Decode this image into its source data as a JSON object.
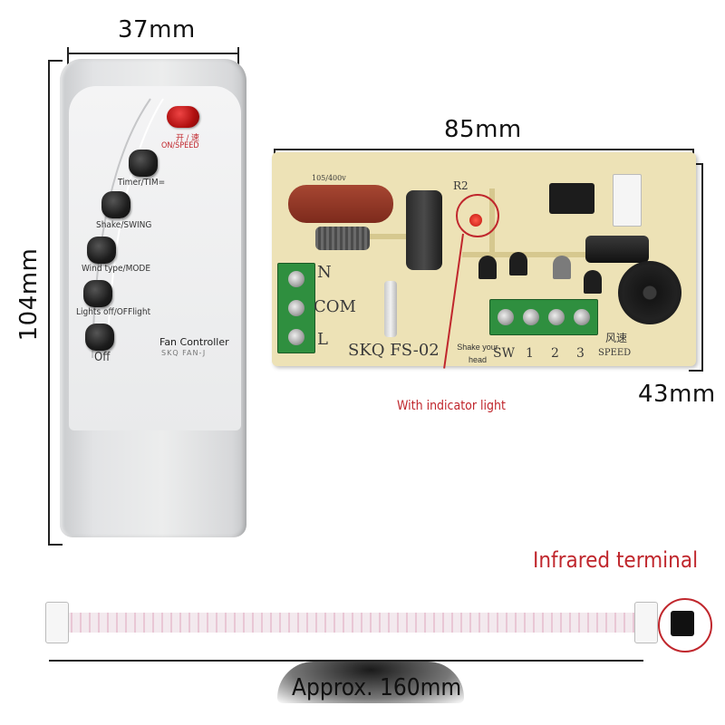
{
  "dimensions": {
    "remote_width": "37mm",
    "remote_height": "104mm",
    "board_width": "85mm",
    "board_height": "43mm",
    "cable_length": "Approx. 160mm"
  },
  "remote": {
    "power_label": "开 / 速",
    "power_sublabel": "ON/SPEED",
    "buttons": [
      {
        "label": "Timer/TIM="
      },
      {
        "label": "Shake/SWING"
      },
      {
        "label": "Wind type/MODE"
      },
      {
        "label": "Lights off/OFFlight"
      },
      {
        "label": "Off"
      }
    ],
    "brand": "Fan Controller",
    "model": "SKQ FAN-J"
  },
  "board": {
    "model": "SKQ FS-02",
    "capacitor_label": "105/400v",
    "terminal_labels": [
      "N",
      "COM",
      "L"
    ],
    "speed_terminal_labels": [
      "SW",
      "1",
      "2",
      "3"
    ],
    "speed_cn": "风速",
    "speed_en": "SPEED",
    "shake_caption": "Shake your head",
    "r2": "R2"
  },
  "annotations": {
    "indicator": "With indicator light",
    "infrared": "Infrared terminal"
  },
  "colors": {
    "accent_red": "#c0272d",
    "board": "#ede2b6",
    "terminal_green": "#2f8f3f"
  }
}
